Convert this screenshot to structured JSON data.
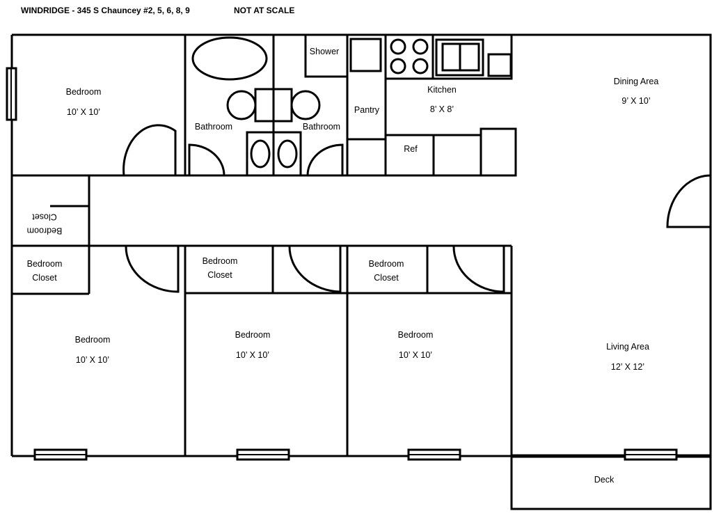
{
  "header": {
    "title": "WINDRIDGE - 345 S Chauncey #2, 5, 6, 8, 9",
    "scale_note": "NOT AT SCALE"
  },
  "rooms": {
    "bedroom_top_left": {
      "name": "Bedroom",
      "size": "10’ X 10’"
    },
    "bathroom_left": {
      "name": "Bathroom"
    },
    "bathroom_right": {
      "name": "Bathroom"
    },
    "shower": {
      "name": "Shower"
    },
    "pantry": {
      "name": "Pantry"
    },
    "kitchen": {
      "name": "Kitchen",
      "size": "8’ X 8’"
    },
    "ref": {
      "name": "Ref"
    },
    "dining": {
      "name": "Dining Area",
      "size": "9’ X 10’"
    },
    "closet_flipped": {
      "line1": "Bedroom",
      "line2": "Closet"
    },
    "closet_1": {
      "line1": "Bedroom",
      "line2": "Closet"
    },
    "closet_2": {
      "line1": "Bedroom",
      "line2": "Closet"
    },
    "closet_3": {
      "line1": "Bedroom",
      "line2": "Closet"
    },
    "bedroom_1": {
      "name": "Bedroom",
      "size": "10’ X 10’"
    },
    "bedroom_2": {
      "name": "Bedroom",
      "size": "10’ X 10’"
    },
    "bedroom_3": {
      "name": "Bedroom",
      "size": "10’ X 10’"
    },
    "living": {
      "name": "Living Area",
      "size": "12’ X 12’"
    },
    "deck": {
      "name": "Deck"
    }
  }
}
